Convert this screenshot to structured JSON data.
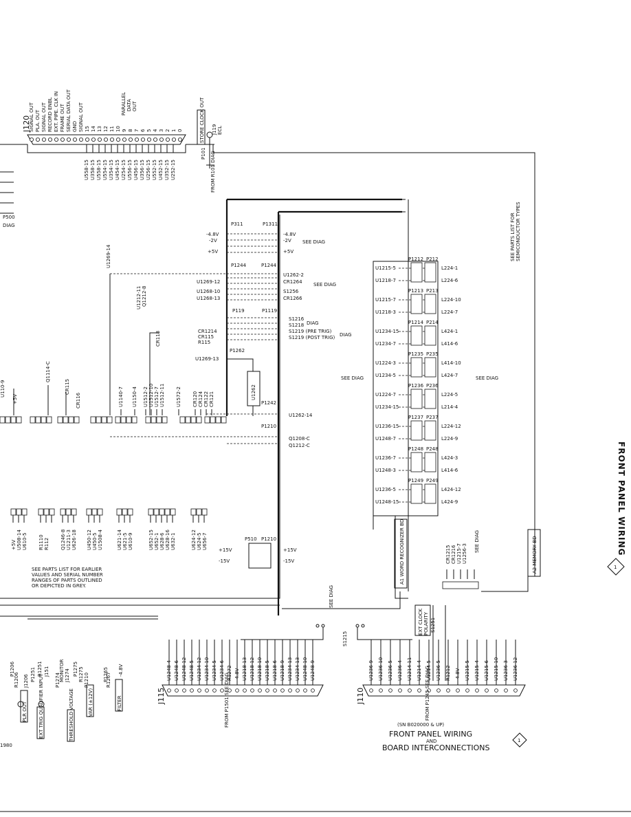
{
  "title": {
    "serial": "(SN B020000 & UP)",
    "line1": "FRONT PANEL WIRING",
    "line2": "AND",
    "line3": "BOARD INTERCONNECTIONS",
    "diagram_number": "1"
  },
  "side_title": "FRONT PANEL WIRING",
  "side_diagram_number": "1",
  "year": "1980",
  "notes": {
    "earlier_parts": [
      "SEE PARTS LIST FOR EARLIER",
      "VALUES AND SERIAL NUMBER",
      "RANGES OF PARTS OUTLINED",
      "OR DEPICTED IN GREY."
    ],
    "semiconductor": [
      "SEE PARTS LIST FOR",
      "SEMICONDUCTOR TYPES"
    ]
  },
  "boards": {
    "a1": "A1 WORD RECOGNIZER BD",
    "a2": "A2 MEMORY BD"
  },
  "connectors": {
    "j120": "J120",
    "j115": "J115",
    "j110": "J110",
    "p500": "P500",
    "p101": "P101",
    "j119": "J119"
  },
  "j120_signals": [
    "SIGNAL OUT",
    "PLA. OUT",
    "SIGNAL OUT",
    "RECORD ENBL",
    "EXT. PIPE. CLK IN",
    "FRAME OUT",
    "SERIAL DATA OUT",
    "GND",
    "SIGNAL OUT",
    "15",
    "14",
    "13",
    "12",
    "11",
    "10",
    "9",
    "8",
    "7",
    "6",
    "5",
    "4",
    "3",
    "2",
    "1",
    "0"
  ],
  "j120_group": [
    "PARALLEL",
    "DATA",
    "OUT"
  ],
  "j120_refs": [
    "U558-15",
    "U358-15",
    "U558-15",
    "U554-15",
    "U354-15",
    "U454-15",
    "U254-15",
    "U556-15",
    "U456-15",
    "U356-15",
    "U256-15",
    "U552-15",
    "U452-15",
    "U352-15",
    "U252-15"
  ],
  "store_clock": "STORE CLOCK OUT",
  "ecl": "ECL",
  "from_r101": "FROM R101 DIAG",
  "see_diag": "SEE DIAG",
  "diag": "DIAG",
  "pwr_p311": {
    "left": [
      "-4.8V",
      "-2V",
      "+5V"
    ],
    "right": [
      "-4.8V",
      "-2V",
      "+5V"
    ],
    "p_left": "P311",
    "p_right": "P1311"
  },
  "p1244_group": {
    "p_left": "P1244",
    "p_right": "P1244",
    "left": [
      "U1269-12",
      "U1268-10",
      "U1268-13"
    ],
    "right": [
      "U1262-2",
      "CR1264",
      "S1256",
      "CR1266"
    ]
  },
  "p119_group": {
    "p_left": "P119",
    "p_right": "P1119",
    "left": [
      "CR1214",
      "CR115",
      "R115"
    ],
    "right": [
      "S1216",
      "S1218",
      "S1219 (PRE TRIG)",
      "S1219 (POST TRIG)"
    ]
  },
  "misc_left": [
    "U1269-13",
    "U1269-14",
    "U1212-11",
    "Q1212-8",
    "CR118",
    "U110-9",
    "+5V",
    "Q1114-C",
    "CR115",
    "CR116"
  ],
  "mid_row_labels": [
    "U1140-7",
    "U1150-4",
    "U1512-2",
    "U1512-10",
    "U1512-7",
    "U1512-11",
    "U1572-2",
    "CR120",
    "CR124",
    "CR122",
    "CR121"
  ],
  "p1262": "P1262",
  "u1262": "U1262",
  "p1242": {
    "p": "P1242",
    "label": "U1262-14"
  },
  "p1210": {
    "p": "P1210",
    "labels": [
      "Q1208-C",
      "Q1212-C"
    ]
  },
  "bottom_left_groups": [
    [
      "+5V",
      "U508-14",
      "U610-5"
    ],
    [
      "R1110",
      "R112"
    ],
    [
      "Q1246-8",
      "U1211-3",
      "U626-18"
    ],
    [
      "U450-12",
      "U450-5",
      "U1508-4"
    ],
    [
      "U621-14",
      "U621-5",
      "U610-9"
    ],
    [
      "U652-15",
      "U652-1",
      "U628-6",
      "U628-16",
      "U632-1"
    ],
    [
      "U624-12",
      "U624-5",
      "U656-7"
    ]
  ],
  "p510_pwr": {
    "p_left": "P510",
    "p_right": "P1210",
    "left": [
      "+15V",
      "-15V"
    ],
    "right": [
      "+15V",
      "-15V"
    ]
  },
  "wr_left_signals": [
    "U1215-5",
    "U1218-7",
    "U1215-7",
    "U1218-3",
    "U1234-15",
    "U1234-7",
    "U1224-3",
    "U1234-5",
    "U1224-7",
    "U1234-15",
    "U1236-15",
    "U1248-7",
    "U1236-7",
    "U1248-3",
    "U1236-5",
    "U1248-15"
  ],
  "wr_right_signals": [
    "L224-1",
    "L224-6",
    "L224-10",
    "L224-7",
    "L424-1",
    "L414-6",
    "L414-10",
    "L424-7",
    "L224-5",
    "L214-4",
    "L224-12",
    "L224-9",
    "L424-3",
    "L414-6",
    "L424-12",
    "L424-9"
  ],
  "wr_left_plugs": [
    "P1212",
    "P1213",
    "P1214",
    "P1235",
    "P1236",
    "P1237",
    "P1248",
    "P1249"
  ],
  "wr_right_plugs": [
    "P212",
    "P213",
    "P214",
    "P235",
    "P236",
    "P237",
    "P248",
    "P249"
  ],
  "p1245_refs": [
    "CR1215",
    "CR1216",
    "U1215-7",
    "U1256-3"
  ],
  "s1251": "S1251",
  "s1215": "S1215",
  "ext_clock": [
    "EXT CLOCK",
    "POLARITY"
  ],
  "j115_pins": [
    "U1248-4",
    "U1248-6",
    "U1248-12",
    "U1248-5",
    "U1234-12",
    "U1234-10",
    "U1234-5",
    "U1234-6",
    "R1272",
    "-4.8V",
    "U1218-13",
    "U1218-12",
    "U1218-10",
    "U1218-5",
    "U1218-6",
    "U1218-9",
    "U1234-13",
    "U1234-13",
    "U1248-10",
    "U1248-9"
  ],
  "j110_pins": [
    "U1236-9",
    "U1236-10",
    "U1236-5",
    "U1236-4",
    "U1214-11",
    "U1214-4",
    "U1214-5",
    "U1236-5",
    "R1212",
    "-4.8V",
    "U1215-5",
    "U1215-4",
    "U1215-6",
    "U1215-10",
    "U1236-3",
    "U1236-12"
  ],
  "from_p1245": "FROM P1245 SEE DIAG",
  "from_p1501": "FROM P1501 SEE DIAG",
  "front_panel": {
    "buttons": [
      "PLR OUT",
      "EXT TRIG QUALIFIER INPUT",
      "THRESHOLD VOLTAGE",
      "VAR (±12V)",
      "FILTER"
    ],
    "refs": [
      "P1206",
      "P1251",
      "P1274",
      "P1275",
      "P1265",
      "R1206",
      "R1251",
      "R1275",
      "R1267",
      "-4.8V",
      "J1274",
      "J1206",
      "J151",
      "MONITOR",
      "P1210"
    ]
  }
}
